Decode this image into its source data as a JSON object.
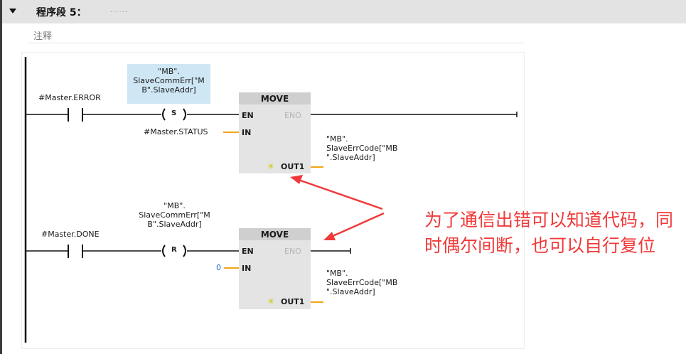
{
  "network": {
    "title": "程序段 5：",
    "title_dots": "......",
    "comment_label": "注释"
  },
  "rung1": {
    "contact_label": "#Master.ERROR",
    "coil_operand": "\"MB\".\nSlaveCommErr[\"M\nB\".SlaveAddr]",
    "coil_type": "S",
    "block_title": "MOVE",
    "pin_en": "EN",
    "pin_eno": "ENO",
    "pin_in": "IN",
    "pin_out": "OUT1",
    "in_operand": "#Master.STATUS",
    "out_operand": "\"MB\".\nSlaveErrCode[\"MB\n\".SlaveAddr]"
  },
  "rung2": {
    "contact_label": "#Master.DONE",
    "coil_operand": "\"MB\".\nSlaveCommErr[\"M\nB\".SlaveAddr]",
    "coil_type": "R",
    "block_title": "MOVE",
    "pin_en": "EN",
    "pin_eno": "ENO",
    "pin_in": "IN",
    "pin_out": "OUT1",
    "in_operand": "0",
    "out_operand": "\"MB\".\nSlaveErrCode[\"MB\n\".SlaveAddr]"
  },
  "annotation": {
    "text": "为了通信出错可以知道代码，同时偶尔间断，也可以自行复位"
  },
  "colors": {
    "wire": "#111111",
    "operand_wire": "#f2a516",
    "annotation": "#f03a3a",
    "highlight": "#cfe7f5",
    "box": "#e4e4e4",
    "box_title": "#cfcfcf",
    "constant": "#1a6fc9"
  }
}
